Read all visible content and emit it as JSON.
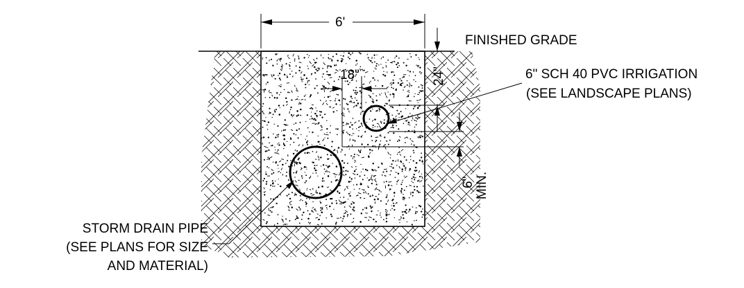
{
  "labels": {
    "finished_grade": "FINISHED GRADE",
    "irrigation_line1": "6\" SCH 40 PVC IRRIGATION",
    "irrigation_line2": "(SEE LANDSCAPE PLANS)",
    "storm_line1": "STORM DRAIN PIPE",
    "storm_line2": "(SEE PLANS FOR SIZE",
    "storm_line3": "AND MATERIAL)"
  },
  "dimensions": {
    "trench_width": "6'",
    "pipe_separation": "18\"",
    "irrigation_depth": "24\"",
    "vertical_separation": "6\"",
    "vertical_separation_qualifier": "MIN."
  },
  "colors": {
    "line": "#000000",
    "background": "#ffffff"
  }
}
